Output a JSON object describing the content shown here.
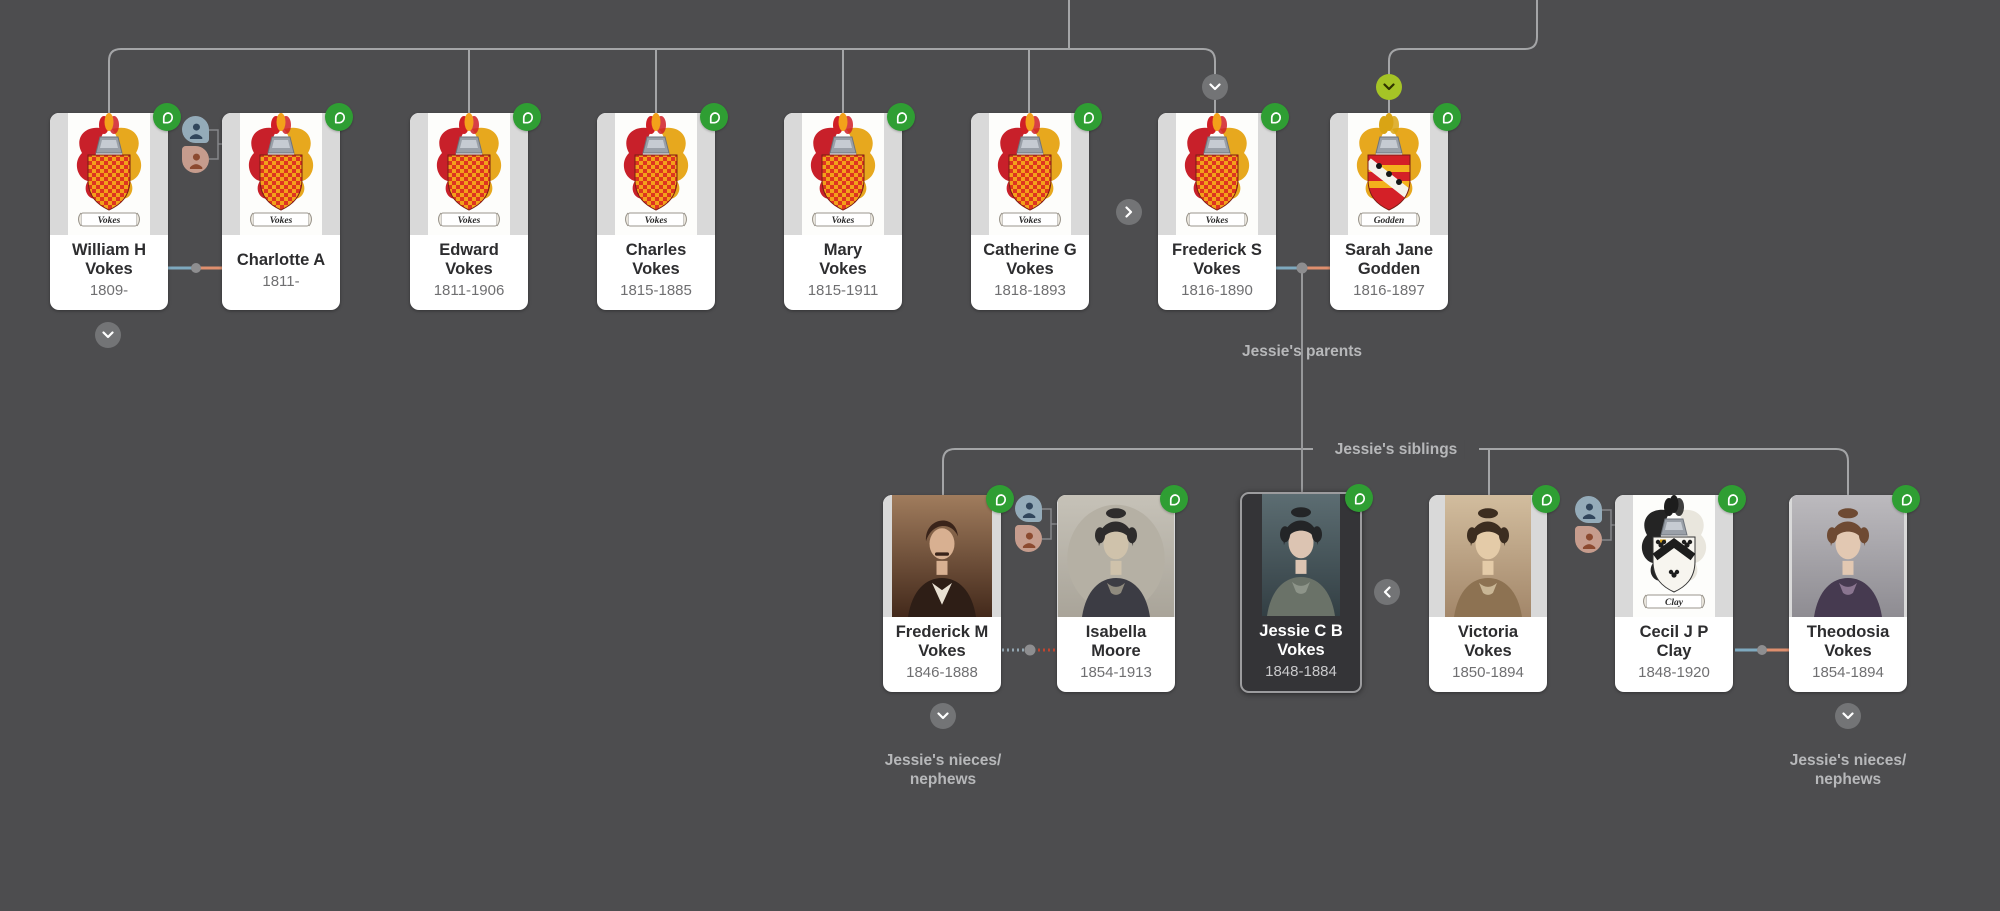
{
  "view": {
    "description": "family tree pedigree view",
    "background_color": "#4d4d4f"
  },
  "labels": {
    "parents": "Jessie's parents",
    "siblings": "Jessie's siblings",
    "nieces_line1": "Jessie's nieces/",
    "nieces_line2": "nephews"
  },
  "colors": {
    "hint_leaf_green": "#2f9e33",
    "lime_expand_chevron": "#a5c426",
    "chevron_grey": "#737476",
    "connector_grey": "#a4a5a7",
    "marriage_blue": "#7ea9bf",
    "marriage_salmon": "#df8f6e",
    "marriage_dotted_blue": "#93a6b1",
    "marriage_dotted_red": "#c0452f",
    "father_hint_blue": "#94abb9",
    "mother_hint_salmon": "#c69c8d",
    "selected_card_bg": "#343437"
  },
  "persons": [
    {
      "name": "William H Vokes",
      "name_line1": "William H",
      "name_line2": "Vokes",
      "dates": "1809-",
      "portrait": "crest-vokes",
      "crest_label": "Vokes",
      "has_hint": true
    },
    {
      "name": "Charlotte A",
      "name_line1": "Charlotte A",
      "name_line2": "",
      "dates": "1811-",
      "portrait": "crest-vokes",
      "crest_label": "Vokes",
      "has_hint": true
    },
    {
      "name": "Edward Vokes",
      "name_line1": "Edward",
      "name_line2": "Vokes",
      "dates": "1811-1906",
      "portrait": "crest-vokes",
      "crest_label": "Vokes",
      "has_hint": true
    },
    {
      "name": "Charles Vokes",
      "name_line1": "Charles",
      "name_line2": "Vokes",
      "dates": "1815-1885",
      "portrait": "crest-vokes",
      "crest_label": "Vokes",
      "has_hint": true
    },
    {
      "name": "Mary Vokes",
      "name_line1": "Mary",
      "name_line2": "Vokes",
      "dates": "1815-1911",
      "portrait": "crest-vokes",
      "crest_label": "Vokes",
      "has_hint": true
    },
    {
      "name": "Catherine G Vokes",
      "name_line1": "Catherine G",
      "name_line2": "Vokes",
      "dates": "1818-1893",
      "portrait": "crest-vokes",
      "crest_label": "Vokes",
      "has_hint": true
    },
    {
      "name": "Frederick S Vokes",
      "name_line1": "Frederick S",
      "name_line2": "Vokes",
      "dates": "1816-1890",
      "portrait": "crest-vokes",
      "crest_label": "Vokes",
      "has_hint": true
    },
    {
      "name": "Sarah Jane Godden",
      "name_line1": "Sarah Jane",
      "name_line2": "Godden",
      "dates": "1816-1897",
      "portrait": "crest-godden",
      "crest_label": "Godden",
      "has_hint": true
    },
    {
      "name": "Frederick M Vokes",
      "name_line1": "Frederick M",
      "name_line2": "Vokes",
      "dates": "1846-1888",
      "portrait": "photo-frederick-m",
      "has_hint": true
    },
    {
      "name": "Isabella Moore",
      "name_line1": "Isabella",
      "name_line2": "Moore",
      "dates": "1854-1913",
      "portrait": "photo-isabella",
      "has_hint": true
    },
    {
      "name": "Jessie C B Vokes",
      "name_line1": "Jessie C B",
      "name_line2": "Vokes",
      "dates": "1848-1884",
      "portrait": "photo-jessie",
      "has_hint": true,
      "selected": true
    },
    {
      "name": "Victoria Vokes",
      "name_line1": "Victoria",
      "name_line2": "Vokes",
      "dates": "1850-1894",
      "portrait": "photo-victoria",
      "has_hint": true
    },
    {
      "name": "Cecil J P Clay",
      "name_line1": "Cecil J P",
      "name_line2": "Clay",
      "dates": "1848-1920",
      "portrait": "crest-clay",
      "crest_label": "Clay",
      "has_hint": true
    },
    {
      "name": "Theodosia Vokes",
      "name_line1": "Theodosia",
      "name_line2": "Vokes",
      "dates": "1854-1894",
      "portrait": "photo-theodosia",
      "has_hint": true
    }
  ]
}
